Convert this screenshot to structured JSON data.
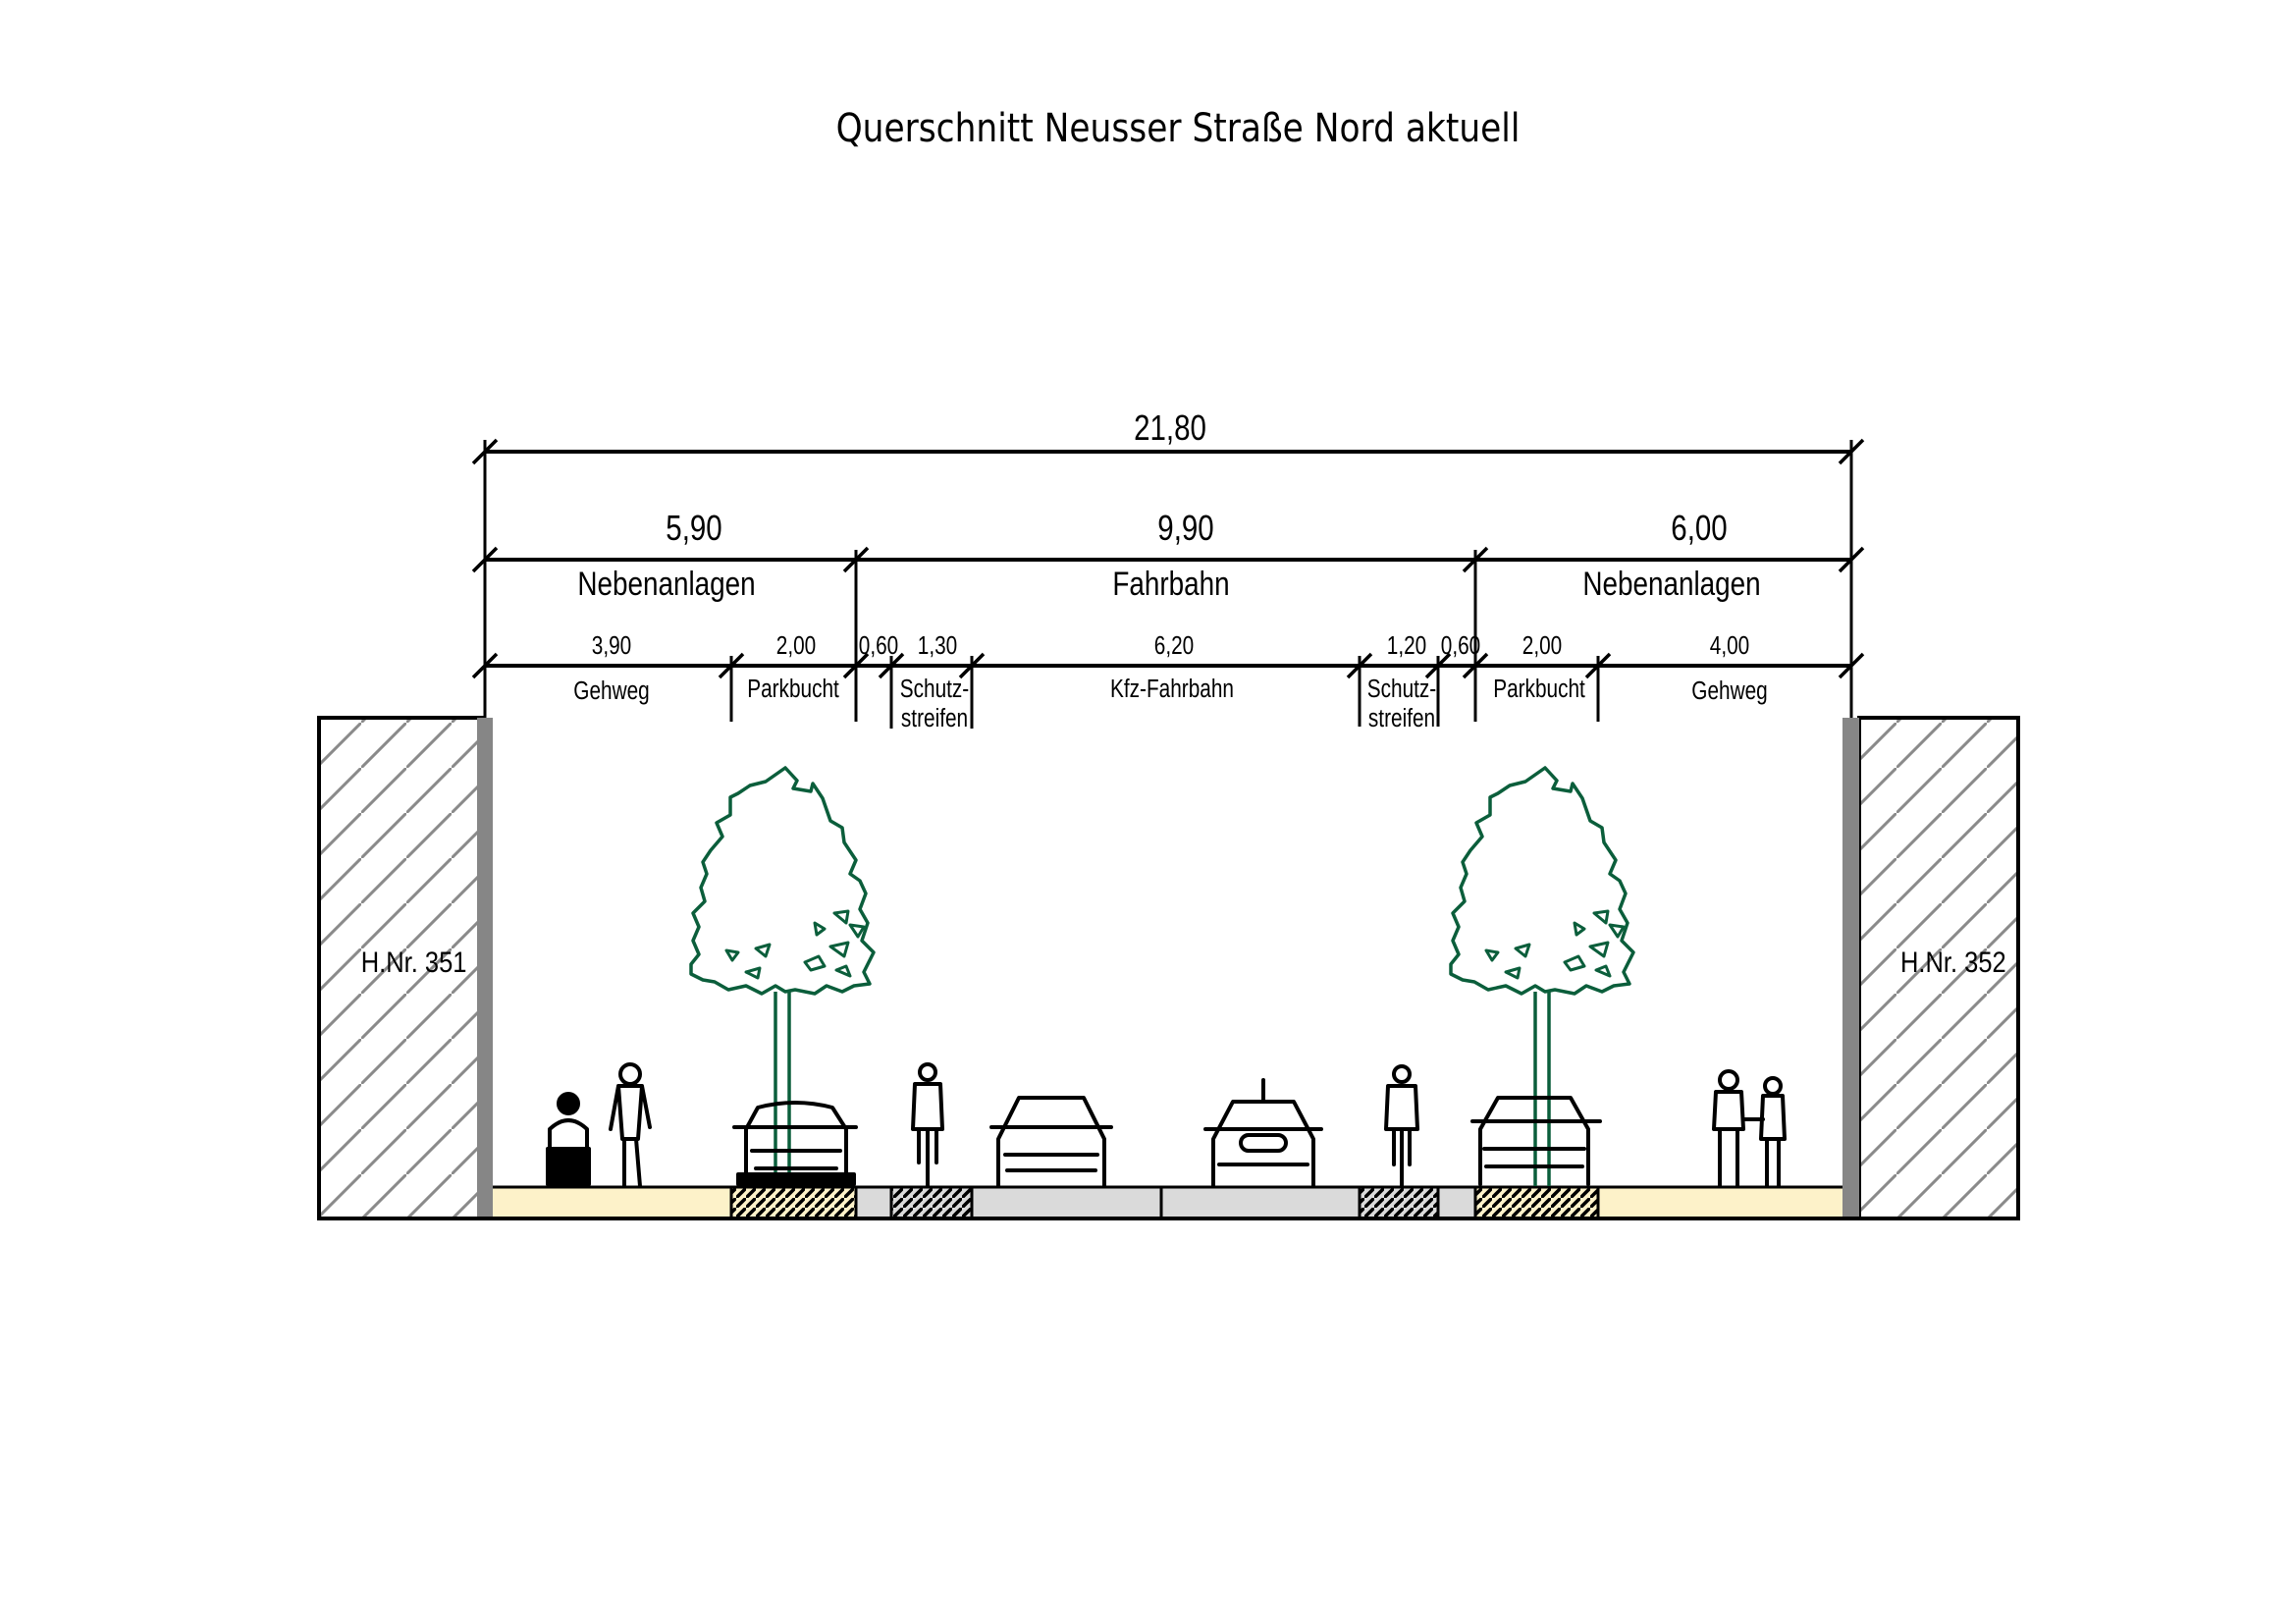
{
  "title": "Querschnitt Neusser Straße Nord aktuell",
  "colors": {
    "line": "#000000",
    "wall": "#868686",
    "hatch": "#8a8a8a",
    "sidewalk": "#fdf2c9",
    "roadway": "#dadada",
    "tree": "#0b5e3b"
  },
  "dimensions": {
    "total": {
      "value": "21,80"
    },
    "groups": [
      {
        "value": "5,90",
        "label": "Nebenanlagen"
      },
      {
        "value": "9,90",
        "label": "Fahrbahn"
      },
      {
        "value": "6,00",
        "label": "Nebenanlagen"
      }
    ],
    "segments": [
      {
        "value": "3,90",
        "label": "Gehweg"
      },
      {
        "value": "2,00",
        "label": "Parkbucht"
      },
      {
        "value": "0,60",
        "label": ""
      },
      {
        "value": "1,30",
        "label": "Schutz-",
        "label2": "streifen"
      },
      {
        "value": "6,20",
        "label": "Kfz-Fahrbahn"
      },
      {
        "value": "1,20",
        "label": "Schutz-",
        "label2": "streifen"
      },
      {
        "value": "0,60",
        "label": ""
      },
      {
        "value": "2,00",
        "label": "Parkbucht"
      },
      {
        "value": "4,00",
        "label": "Gehweg"
      }
    ]
  },
  "buildings": [
    {
      "label": "H.Nr. 351",
      "side": "left"
    },
    {
      "label": "H.Nr. 352",
      "side": "right"
    }
  ],
  "figures": [
    "wheelchair-user",
    "pedestrian",
    "parked-car-front",
    "tree",
    "cyclist",
    "car-front",
    "car-rear",
    "cyclist",
    "parked-car-rear",
    "tree",
    "pedestrian-couple"
  ]
}
